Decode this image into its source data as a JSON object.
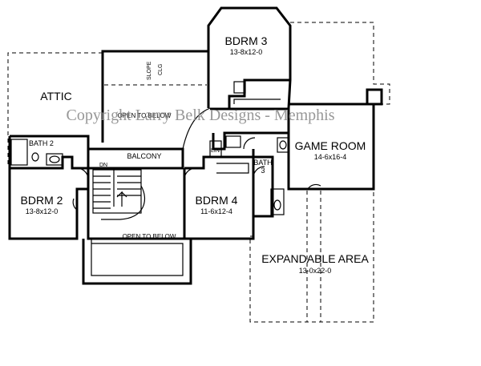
{
  "watermark": "Copyright Larry Belk Designs - Memphis",
  "rooms": {
    "bdrm3": {
      "name": "BDRM 3",
      "dim": "13-8x12-0"
    },
    "attic": {
      "name": "ATTIC"
    },
    "bath2": {
      "name": "BATH 2"
    },
    "balcony": {
      "name": "BALCONY"
    },
    "game_room": {
      "name": "GAME ROOM",
      "dim": "14-6x16-4"
    },
    "bdrm2": {
      "name": "BDRM 2",
      "dim": "13-8x12-0"
    },
    "bdrm4": {
      "name": "BDRM 4",
      "dim": "11-6x12-4"
    },
    "bath3_line1": "BATH",
    "bath3_line2": "3",
    "expandable": {
      "name": "EXPANDABLE AREA",
      "dim": "13-0x22-0"
    }
  },
  "notes": {
    "open_upper": "OPEN TO BELOW",
    "open_lower": "OPEN TO BELOW",
    "slope": "SLOPE",
    "clg": "CLG",
    "dn": "DN",
    "lin": "LIN"
  }
}
